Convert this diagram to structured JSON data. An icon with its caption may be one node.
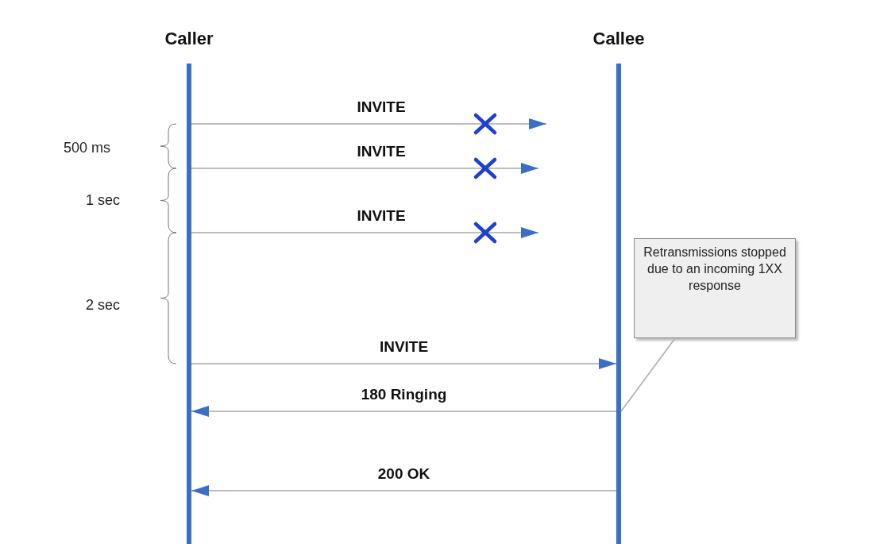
{
  "diagram": {
    "nodes": [
      {
        "text": [
          "Caller"
        ]
      },
      {
        "text": [
          "Callee"
        ]
      },
      {
        "text": [
          "Retransmissions stopped due to an incoming 1XX response"
        ]
      }
    ],
    "edges": [
      {
        "from": 0,
        "to": null,
        "arrow": "to",
        "label": "INVITE"
      },
      {
        "from": 0,
        "to": null,
        "arrow": "to",
        "label": "INVITE"
      },
      {
        "from": 0,
        "to": null,
        "arrow": "to",
        "label": "INVITE"
      },
      {
        "from": 0,
        "to": 1,
        "arrow": "to",
        "label": "INVITE"
      },
      {
        "from": 1,
        "to": 0,
        "arrow": "to",
        "label": "180 Ringing"
      },
      {
        "from": 1,
        "to": 0,
        "arrow": "to",
        "label": "200 OK"
      },
      {
        "from": 2,
        "to": 1,
        "arrow": "none"
      }
    ],
    "labels": [
      "500 ms",
      "1 sec",
      "2 sec"
    ]
  }
}
